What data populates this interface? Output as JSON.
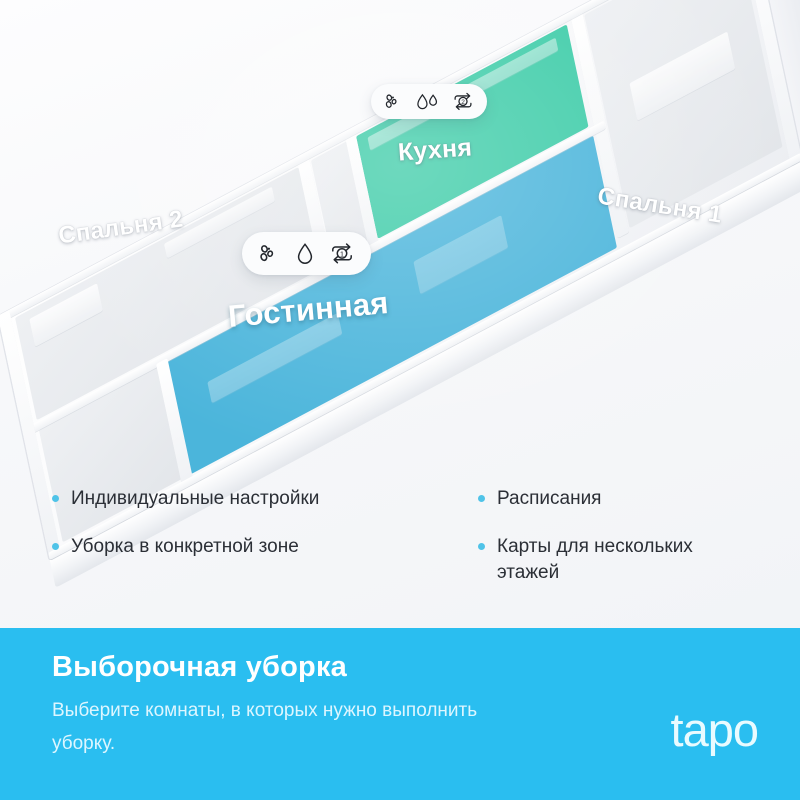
{
  "hero": {
    "rooms": [
      {
        "id": "bedroom2",
        "label": "Спальня 2",
        "state": "unselected",
        "color": "#e7eaee"
      },
      {
        "id": "kitchen",
        "label": "Кухня",
        "state": "selected",
        "color": "#3dcca8"
      },
      {
        "id": "bedroom1",
        "label": "Спальня 1",
        "state": "unselected",
        "color": "#e7eaee"
      },
      {
        "id": "living",
        "label": "Гостинная",
        "state": "selected",
        "color": "#4bb5db"
      }
    ],
    "badges": [
      {
        "room": "living",
        "suction_icon": "suction-dust-icon",
        "water_icon": "water-drop-icon",
        "water_level": 1,
        "repeat_icon": "repeat-icon",
        "repeat_count": "1"
      },
      {
        "room": "kitchen",
        "suction_icon": "suction-dust-icon",
        "water_icon": "water-drop-icon",
        "water_level": 2,
        "repeat_icon": "repeat-icon",
        "repeat_count": "2"
      }
    ]
  },
  "features": {
    "left": [
      "Индивидуальные настройки",
      "Уборка в конкретной зоне"
    ],
    "right": [
      "Расписания",
      "Карты для нескольких этажей"
    ]
  },
  "banner": {
    "title": "Выборочная уборка",
    "subtitle": "Выберите комнаты, в которых нужно выполнить уборку.",
    "logo": "tapo"
  },
  "colors": {
    "banner_bg": "#2abef0",
    "living_room": "#4bb5db",
    "kitchen": "#3dcca8",
    "bullet_dot": "#4fc3e8",
    "page_bg": "#f5f6f8"
  }
}
